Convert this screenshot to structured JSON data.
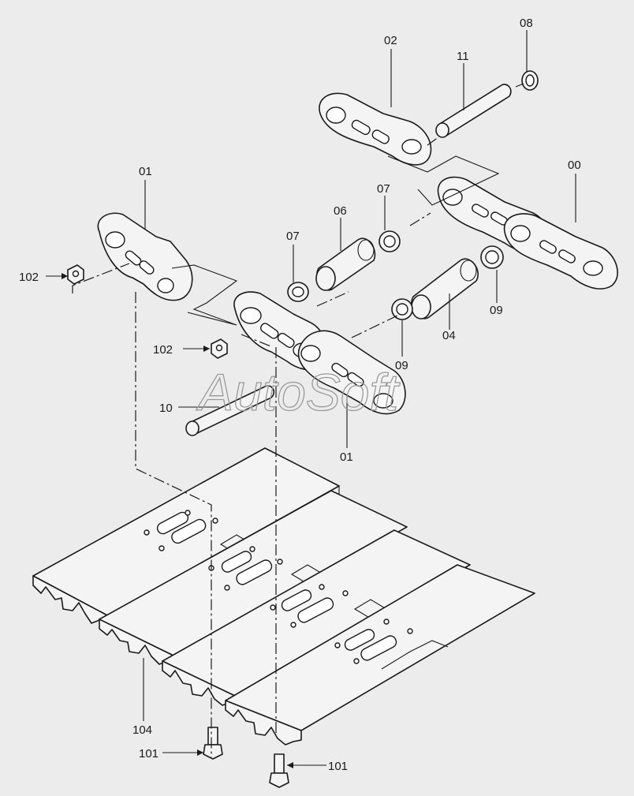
{
  "watermark": "AutoSoft",
  "callouts": {
    "c00": "00",
    "c01_top": "01",
    "c01_mid": "01",
    "c02": "02",
    "c04": "04",
    "c06": "06",
    "c07_left": "07",
    "c07_right": "07",
    "c08": "08",
    "c09_left": "09",
    "c09_right": "09",
    "c10": "10",
    "c11": "11",
    "c101_left": "101",
    "c101_right": "101",
    "c102_top": "102",
    "c102_mid": "102",
    "c104": "104"
  }
}
